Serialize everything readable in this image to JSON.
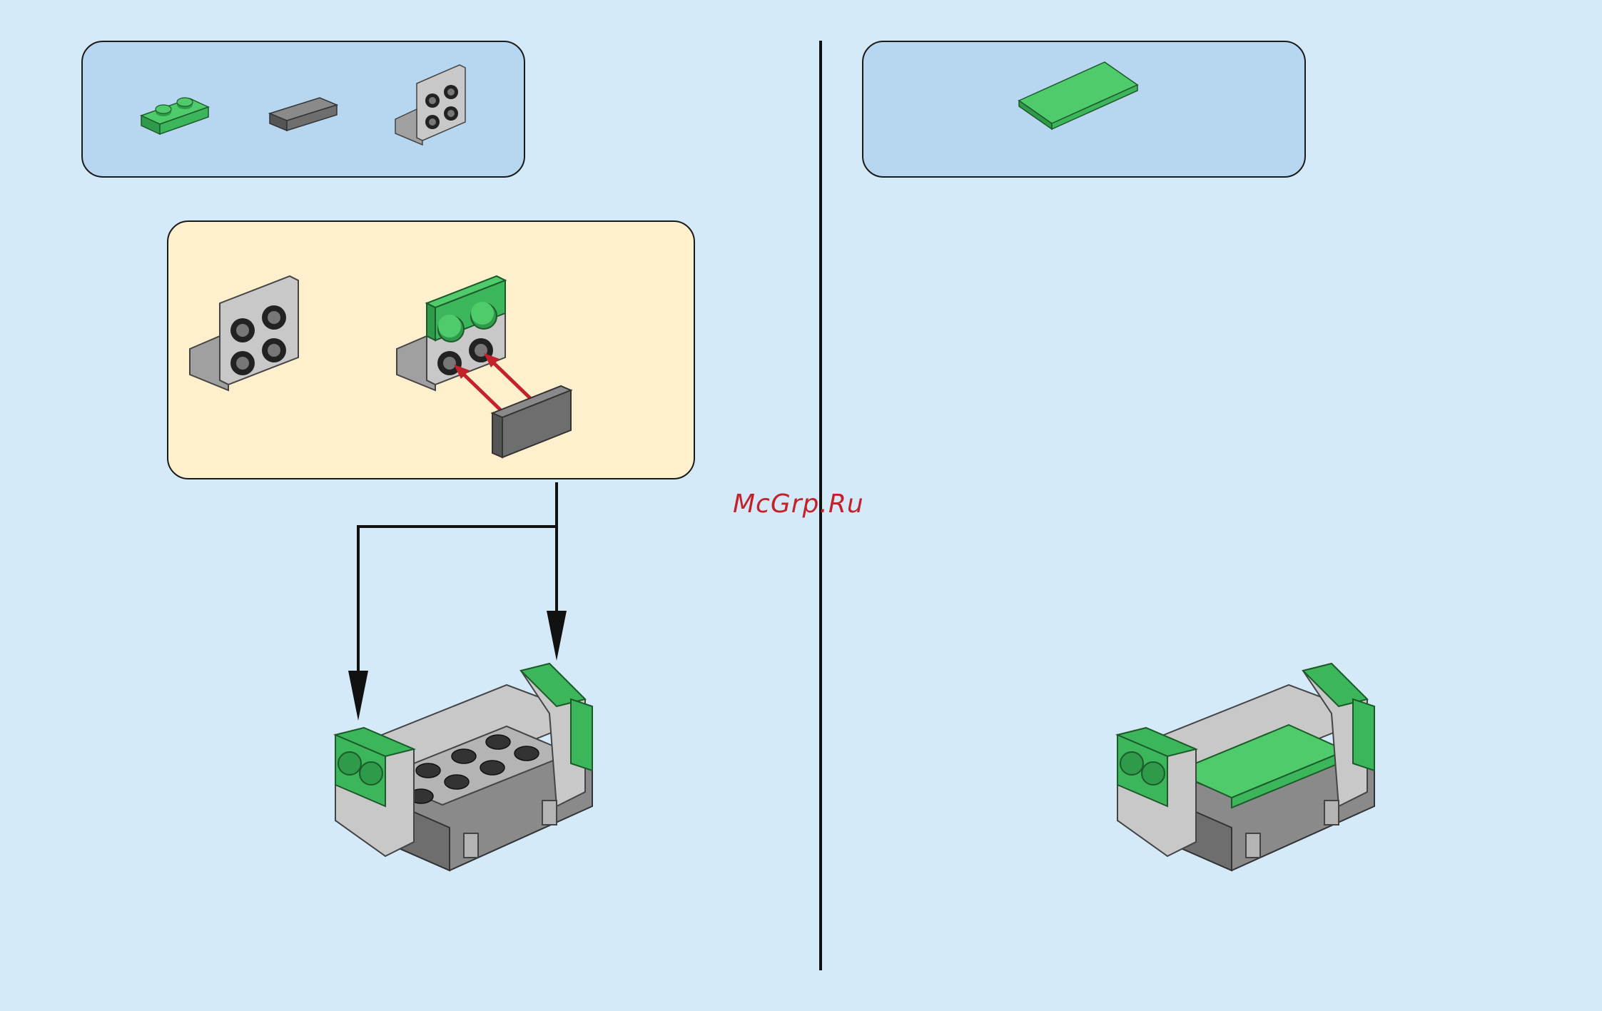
{
  "watermark": {
    "text": "McGrp.Ru",
    "color": "#c4222a"
  },
  "colors": {
    "background": "#d4eaf9",
    "parts_box": "#b7d7f1",
    "callout_box": "#feefcd",
    "brick_green": "#3cb65a",
    "brick_light_gray": "#b4b4b4",
    "brick_dark_gray": "#6e6e6e",
    "arrow_red": "#c4222a"
  },
  "parts_left": {
    "items": [
      {
        "name": "green-plate-1x2-icon",
        "quantity": 1
      },
      {
        "name": "dark-gray-tile-1x2-icon",
        "quantity": 1
      },
      {
        "name": "light-gray-bracket-2x2-icon",
        "quantity": 1
      }
    ]
  },
  "parts_right": {
    "items": [
      {
        "name": "green-tile-2x4-icon",
        "quantity": 1
      }
    ]
  }
}
